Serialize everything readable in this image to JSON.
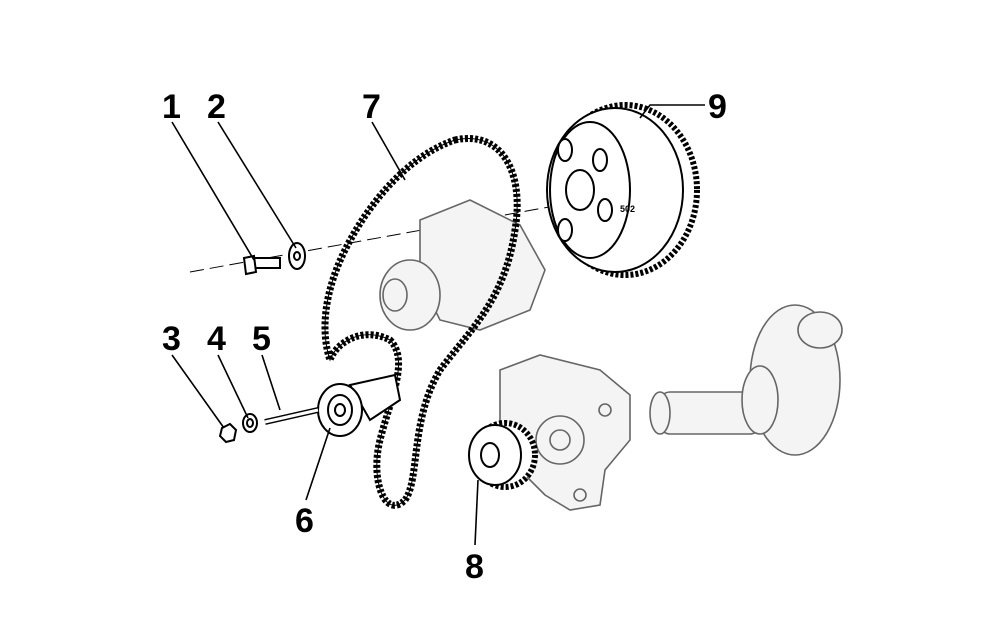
{
  "diagram": {
    "callouts": [
      {
        "id": "1",
        "label": "1"
      },
      {
        "id": "2",
        "label": "2"
      },
      {
        "id": "3",
        "label": "3"
      },
      {
        "id": "4",
        "label": "4"
      },
      {
        "id": "5",
        "label": "5"
      },
      {
        "id": "6",
        "label": "6"
      },
      {
        "id": "7",
        "label": "7"
      },
      {
        "id": "8",
        "label": "8"
      },
      {
        "id": "9",
        "label": "9"
      }
    ],
    "gear_marking": "502"
  }
}
